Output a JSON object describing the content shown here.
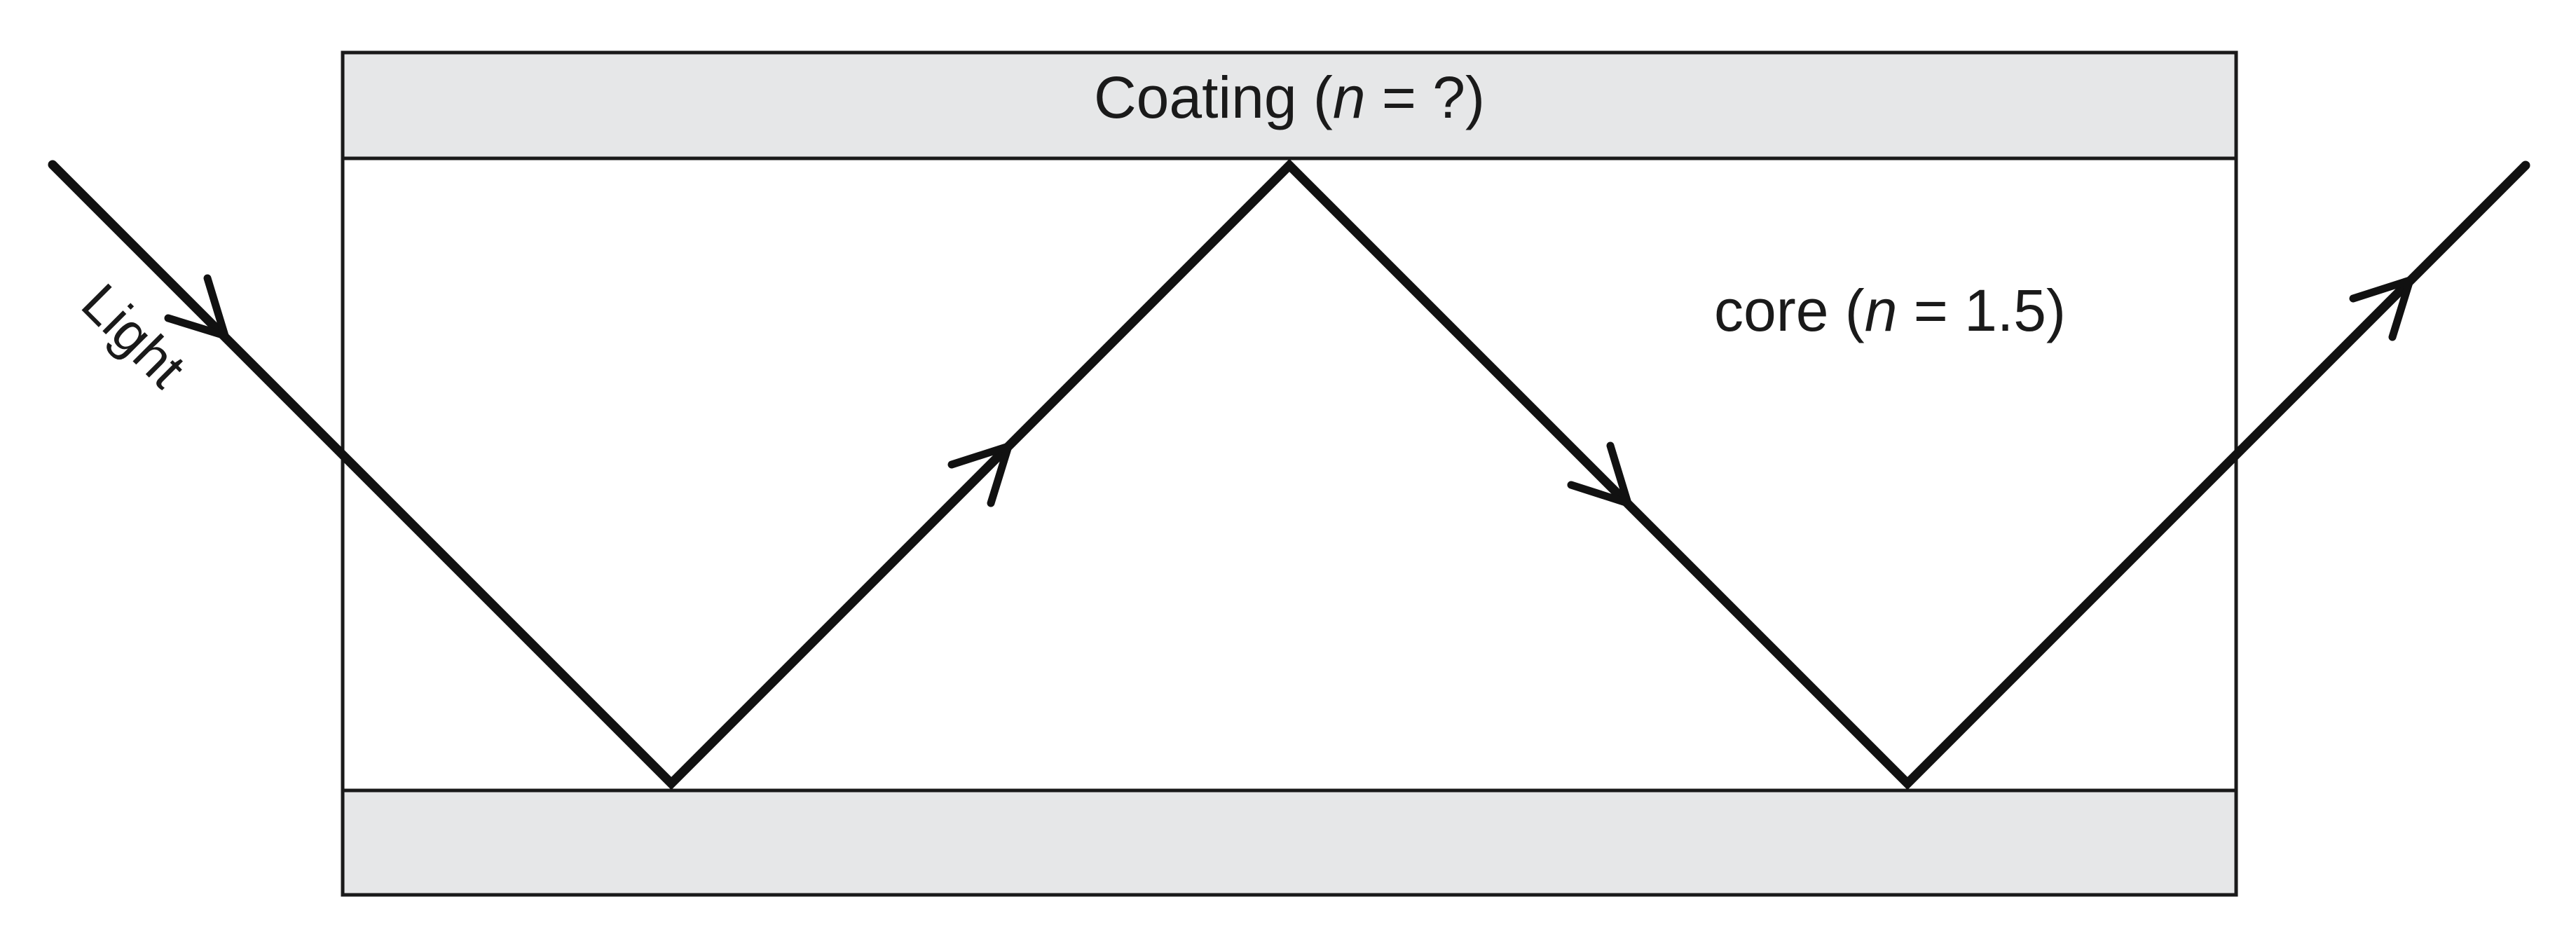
{
  "coating_label": {
    "prefix": "Coating (",
    "variable": "n",
    "suffix": " = ?)"
  },
  "core_label": {
    "prefix": "core (",
    "variable": "n",
    "suffix": " = 1.5)"
  },
  "light_label": "Light",
  "colors": {
    "coating_fill": "#e6e7e8",
    "core_fill": "#ffffff",
    "ray": "#111111",
    "border": "#1a1a1a"
  }
}
